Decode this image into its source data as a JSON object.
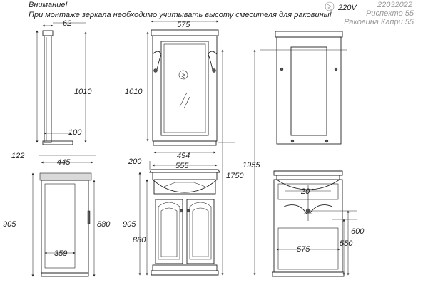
{
  "notes": {
    "warning_title": "Внимание!",
    "warning_text": "При монтаже зеркала необходимо учитывать высоту смесителя для раковины!"
  },
  "header": {
    "power": "220V",
    "code": "22032022",
    "product_mirror": "Риспекто 55",
    "product_basin": "Раковина Капри 55"
  },
  "dimensions": {
    "mirror_side_depth": "62",
    "mirror_side_height": "1010",
    "shelf_depth": "100",
    "mirror_front_width": "575",
    "mirror_front_height": "1010",
    "mirror_inner_width": "494",
    "gap_top": "122",
    "cabinet_side_depth": "445",
    "cabinet_side_total": "905",
    "cabinet_side_body": "880",
    "cabinet_side_inner": "359",
    "basin_offset": "200",
    "basin_width": "555",
    "total_height": "1750",
    "front_total": "905",
    "front_body": "880",
    "overall_height": "1955",
    "drain_offset": "20",
    "drain_height": "600",
    "back_width": "575",
    "back_height": "550"
  }
}
